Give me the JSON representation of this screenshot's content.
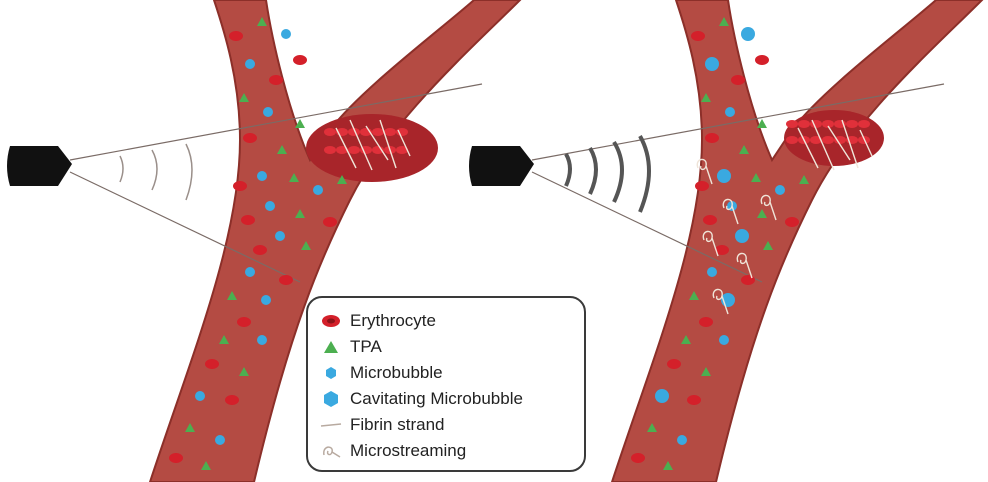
{
  "legend": {
    "items": [
      {
        "key": "erythrocyte",
        "label": "Erythrocyte"
      },
      {
        "key": "tpa",
        "label": "TPA"
      },
      {
        "key": "microbubble",
        "label": "Microbubble"
      },
      {
        "key": "cavitating",
        "label": "Cavitating Microbubble"
      },
      {
        "key": "fibrin",
        "label": "Fibrin strand"
      },
      {
        "key": "microstreaming",
        "label": "Microstreaming"
      }
    ]
  },
  "colors": {
    "vessel": "#b44b43",
    "vessel_edge": "#8c2f29",
    "erythrocyte": "#d4202a",
    "tpa": "#4caf50",
    "microbubble": "#3aa9e0",
    "fibrin": "#e8dccf",
    "transducer": "#111111",
    "wave": "#555555"
  },
  "panels": [
    {
      "name": "left-panel",
      "state": "before-ultrasound"
    },
    {
      "name": "right-panel",
      "state": "during-ultrasound"
    }
  ]
}
